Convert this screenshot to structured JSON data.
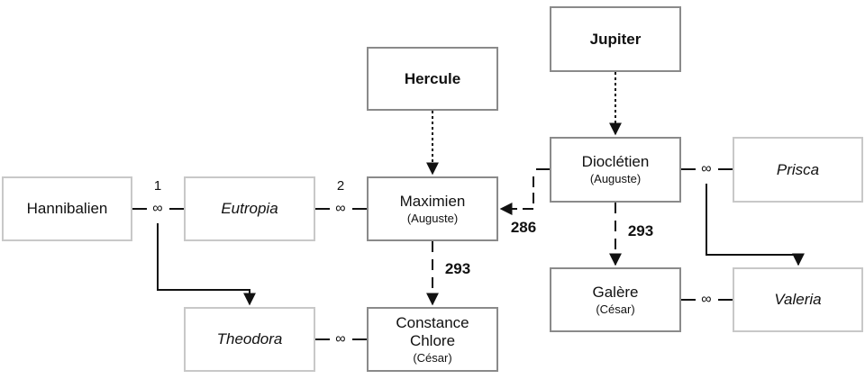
{
  "diagram": {
    "nodes": {
      "hercule": {
        "name": "Hercule"
      },
      "jupiter": {
        "name": "Jupiter"
      },
      "hannibalien": {
        "name": "Hannibalien"
      },
      "eutropia": {
        "name": "Eutropia"
      },
      "maximien": {
        "name": "Maximien",
        "title": "(Auguste)"
      },
      "diocletien": {
        "name": "Dioclétien",
        "title": "(Auguste)"
      },
      "prisca": {
        "name": "Prisca"
      },
      "theodora": {
        "name": "Theodora"
      },
      "constance": {
        "name_line1": "Constance",
        "name_line2": "Chlore",
        "title": "(César)"
      },
      "galere": {
        "name": "Galère",
        "title": "(César)"
      },
      "valeria": {
        "name": "Valeria"
      }
    },
    "marriage_symbol": "∞",
    "marriage_order": {
      "first": "1",
      "second": "2"
    },
    "years": {
      "adoption_maximien": "286",
      "adoption_constance": "293",
      "adoption_galere": "293"
    },
    "colors": {
      "male_border": "#8a8a8a",
      "female_border": "#c8c8c8",
      "line": "#111111"
    }
  }
}
